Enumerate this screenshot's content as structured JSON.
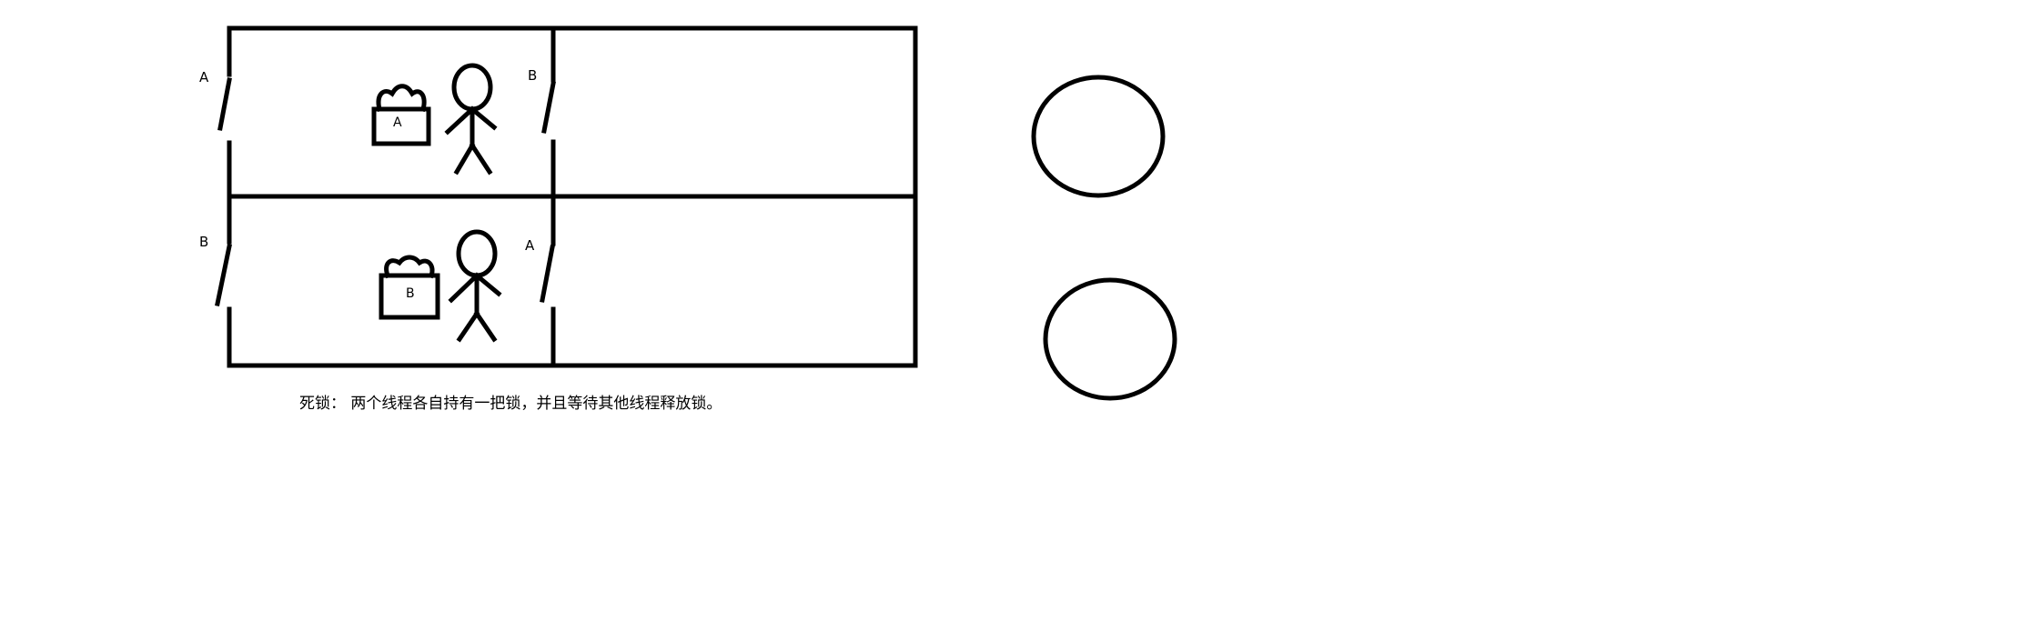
{
  "diagram": {
    "upper_room": {
      "left_door_label": "A",
      "right_door_label": "B",
      "lock_label": "A"
    },
    "lower_room": {
      "left_door_label": "B",
      "right_door_label": "A",
      "lock_label": "B"
    },
    "caption": "死锁： 两个线程各自持有一把锁，并且等待其他线程释放锁。",
    "line_color": "#000000",
    "background_color": "#ffffff"
  }
}
